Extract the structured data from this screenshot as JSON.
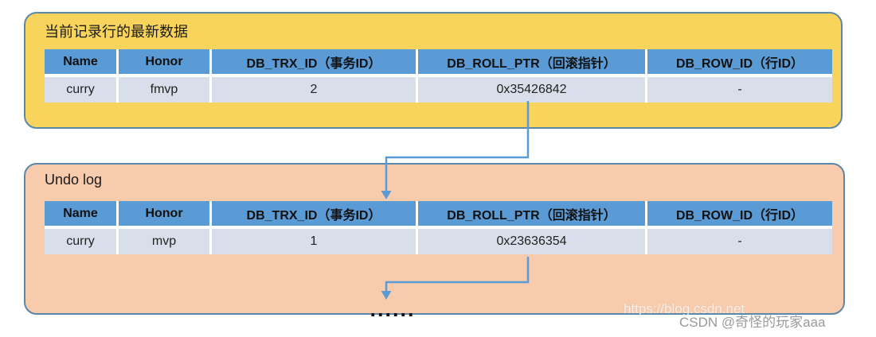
{
  "current_box": {
    "title": "当前记录行的最新数据",
    "fill": "#f8d45c",
    "border": "#5b87a8"
  },
  "undo_box": {
    "title": "Undo log",
    "fill": "#f8cbad",
    "border": "#5b87a8"
  },
  "columns": [
    "Name",
    "Honor",
    "DB_TRX_ID（事务ID）",
    "DB_ROLL_PTR（回滚指针）",
    "DB_ROW_ID（行ID）"
  ],
  "current_row": [
    "curry",
    "fmvp",
    "2",
    "0x35426842",
    "-"
  ],
  "undo_row": [
    "curry",
    "mvp",
    "1",
    "0x23636354",
    "-"
  ],
  "ellipsis": "......",
  "watermark": {
    "url": "https://blog.csdn.net",
    "credit": "CSDN @奇怪的玩家aaa"
  },
  "colors": {
    "table_header_bg": "#5b9bd5",
    "table_row_bg": "#d9dfea",
    "arrow": "#5b9bd5",
    "cell_divider": "#ffffff"
  }
}
